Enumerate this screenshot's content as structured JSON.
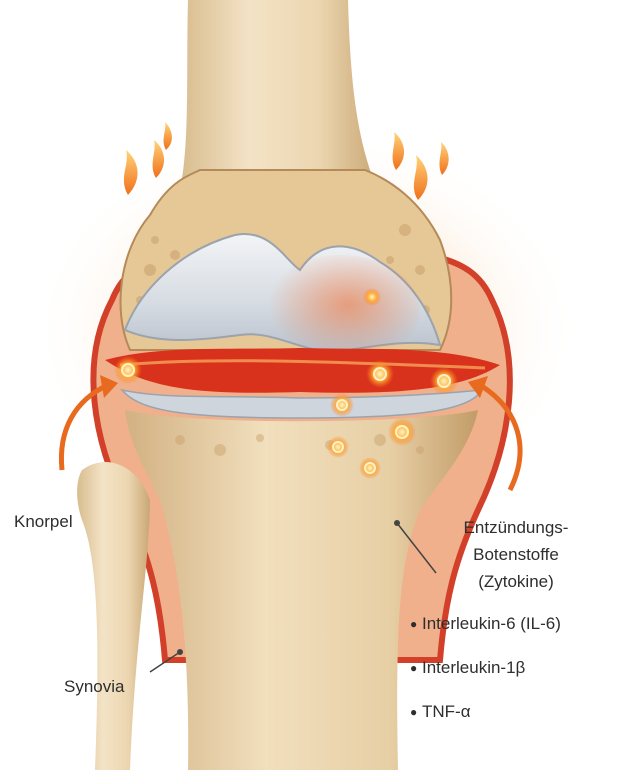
{
  "labels": {
    "cartilage": "Knorpel",
    "synovia": "Synovia",
    "cytokines_line1": "Entzündungs-",
    "cytokines_line2": "Botenstoffe",
    "cytokines_line3": "(Zytokine)"
  },
  "cytokines": [
    "Interleukin-6 (IL-6)",
    "Interleukin-1β",
    "TNF-α"
  ],
  "colors": {
    "bone": "#e9d2aa",
    "bone_shadow": "#c9a97a",
    "cartilage": "#dfe4ea",
    "inflammation": "#e2401c",
    "glow": "#f6a03a",
    "flame": "#f59a1e",
    "arrow": "#e86a1e",
    "text": "#2e2e2e"
  },
  "icons": {
    "bullet": "bullet-dot-icon",
    "flame": "flame-icon",
    "arrow": "curved-arrow-icon"
  }
}
